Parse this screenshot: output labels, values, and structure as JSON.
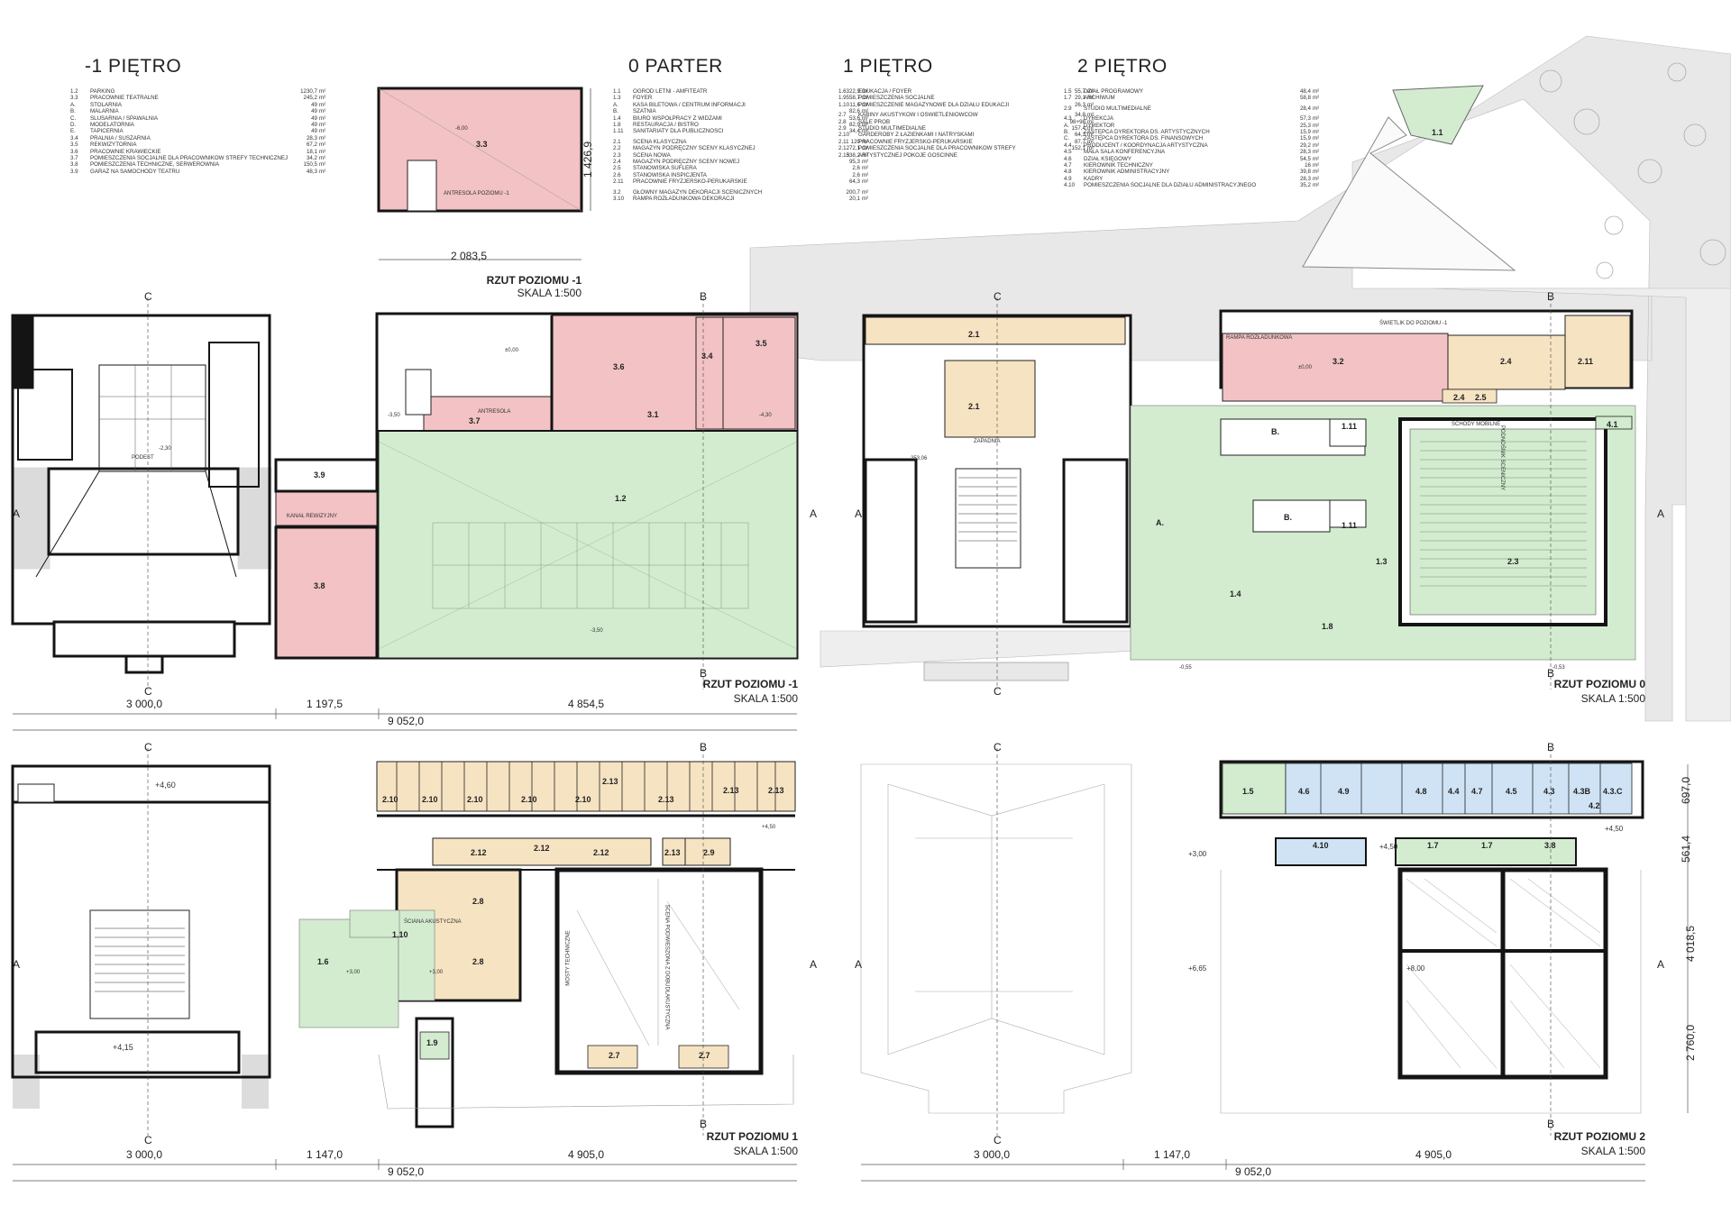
{
  "headings": {
    "l_m1": "-1 PIĘTRO",
    "l_0": "0 PARTER",
    "l_1": "1 PIĘTRO",
    "l_2": "2 PIĘTRO"
  },
  "legend_m1": [
    [
      "1.2",
      "PARKING",
      "1230,7",
      "m²"
    ],
    [
      "3.3",
      "PRACOWNIE TEATRALNE",
      "245,2",
      "m²"
    ],
    [
      "A.",
      "STOLARNIA",
      "49",
      "m²"
    ],
    [
      "B.",
      "MALARNIA",
      "49",
      "m²"
    ],
    [
      "C.",
      "ŚLUSARNIA / SPAWALNIA",
      "49",
      "m²"
    ],
    [
      "D.",
      "MODELATORNIA",
      "49",
      "m²"
    ],
    [
      "E.",
      "TAPICERNIA",
      "49",
      "m²"
    ],
    [
      "3.4",
      "PRALNIA / SUSZARNIA",
      "28,3",
      "m²"
    ],
    [
      "3.5",
      "REKWIZYTORNIA",
      "67,2",
      "m²"
    ],
    [
      "3.6",
      "PRACOWNIE KRAWIECKIE",
      "18,1",
      "m²"
    ],
    [
      "3.7",
      "POMIESZCZENIA SOCJALNE DLA PRACOWNIKÓW STREFY TECHNICZNEJ",
      "34,2",
      "m²"
    ],
    [
      "3.8",
      "POMIESZCZENIA TECHNICZNE, SERWEROWNIA",
      "150,5",
      "m²"
    ],
    [
      "3.9",
      "GARAŻ NA SAMOCHODY TEATRU",
      "48,3",
      "m²"
    ]
  ],
  "legend_0": [
    [
      "1.1",
      "OGRÓD LETNI - AMFITEATR",
      "322,9",
      "m²"
    ],
    [
      "1.3",
      "FOYER",
      "558,7",
      "m²"
    ],
    [
      "A.",
      "KASA BILETOWA / CENTRUM INFORMACJI",
      "11,6",
      "m²"
    ],
    [
      "B.",
      "SZATNIA",
      "82,6",
      "m²"
    ],
    [
      "1.4",
      "BIURO WSPÓŁPRACY Z WIDZAMI",
      "53,6",
      "m²"
    ],
    [
      "1.8",
      "RESTAURACJA / BISTRO",
      "82,9",
      "m²"
    ],
    [
      "1.11",
      "SANITARIATY DLA PUBLICZNOŚCI",
      "34,4",
      "m²"
    ],
    [
      "",
      "",
      "",
      ""
    ],
    [
      "2.1",
      "SCENA KLASYCZNA",
      "120",
      "m²"
    ],
    [
      "2.2",
      "MAGAZYN PODRĘCZNY SCENY KLASYCZNEJ",
      "72,1",
      "m²"
    ],
    [
      "2.3",
      "SCENA NOWA",
      "538,2",
      "m²"
    ],
    [
      "2.4",
      "MAGAZYN PODRĘCZNY SCENY NOWEJ",
      "95,3",
      "m²"
    ],
    [
      "2.5",
      "STANOWISKA SUFLERA",
      "2,6",
      "m²"
    ],
    [
      "2.6",
      "STANOWISKA INSPICJENTA",
      "2,6",
      "m²"
    ],
    [
      "2.11",
      "PRACOWNIE FRYZJERSKO-PERUKARSKIE",
      "64,3",
      "m²"
    ],
    [
      "",
      "",
      "",
      ""
    ],
    [
      "3.2",
      "GŁÓWNY MAGAZYN DEKORACJI SCENICZNYCH",
      "200,7",
      "m²"
    ],
    [
      "3.10",
      "RAMPA ROZŁADUNKOWA DEKORACJI",
      "20,1",
      "m²"
    ]
  ],
  "legend_1": [
    [
      "1.6",
      "EDUKACJA / FOYER",
      "55,7",
      "m²"
    ],
    [
      "1.9",
      "POMIESZCZENIA SOCJALNE",
      "29,1",
      "m²"
    ],
    [
      "1.10",
      "POMIESZCZENIE MAGAZYNOWE DLA DZIAŁU EDUKACJI",
      "26,3",
      "m²"
    ],
    [
      "",
      "",
      "",
      ""
    ],
    [
      "2.7",
      "KABINY AKUSTYKÓW I OŚWIETLENIOWCÓW",
      "34,8",
      "m²"
    ],
    [
      "2.8",
      "SALE PRÓB",
      "98+98",
      "m²"
    ],
    [
      "2.9",
      "STUDIO MULTIMEDIALNE",
      "157,4",
      "m²"
    ],
    [
      "2.10",
      "GARDEROBY Z ŁAZIENKAMI I NATRYSKAMI",
      "64,3",
      "m²"
    ],
    [
      "2.11",
      "PRACOWNIE FRYZJERSKO-PERUKARSKIE",
      "87,7",
      "m²"
    ],
    [
      "2.12",
      "POMIESZCZENIA SOCJALNE DLA PRACOWNIKÓW STREFY",
      "152,1",
      "m²"
    ],
    [
      "2.13",
      "ARTYSTYCZNEJ POKOJE GOŚCINNE",
      "",
      ""
    ]
  ],
  "legend_2": [
    [
      "1.5",
      "DZIAŁ PROGRAMOWY",
      "48,4",
      "m²"
    ],
    [
      "1.7",
      "ARCHIWUM",
      "58,8",
      "m²"
    ],
    [
      "",
      "",
      "",
      ""
    ],
    [
      "2.9",
      "STUDIO MULTIMEDIALNE",
      "28,4",
      "m²"
    ],
    [
      "",
      "",
      "",
      ""
    ],
    [
      "4.3",
      "DYREKCJA",
      "57,3",
      "m²"
    ],
    [
      "A.",
      "DYREKTOR",
      "25,3",
      "m²"
    ],
    [
      "B.",
      "ZASTĘPCA DYREKTORA DS. ARTYSTYCZNYCH",
      "15,9",
      "m²"
    ],
    [
      "C.",
      "ZASTĘPCA DYREKTORA DS. FINANSOWYCH",
      "15,9",
      "m²"
    ],
    [
      "4.4",
      "PRODUCENT / KOORDYNACJA ARTYSTYCZNA",
      "29,2",
      "m²"
    ],
    [
      "4.5",
      "MAŁA SALA KONFERENCYJNA",
      "28,3",
      "m²"
    ],
    [
      "4.6",
      "DZIAŁ KSIĘGOWY",
      "54,5",
      "m²"
    ],
    [
      "4.7",
      "KIEROWNIK TECHNICZNY",
      "16",
      "m²"
    ],
    [
      "4.8",
      "KIEROWNIK ADMINISTRACYJNY",
      "39,8",
      "m²"
    ],
    [
      "4.9",
      "KADRY",
      "28,3",
      "m²"
    ],
    [
      "4.10",
      "POMIESZCZENIA SOCJALNE DLA DZIAŁU ADMINISTRACYJNEGO",
      "35,2",
      "m²"
    ]
  ],
  "inset": {
    "dim_w": "2 083,5",
    "dim_h": "1 426,9",
    "room": "3.3",
    "lvl": "-6,00",
    "caption": "ANTRESOLA POZIOMU -1",
    "title": "RZUT POZIOMU -1",
    "scale": "SKALA 1:500"
  },
  "plans": {
    "m1": {
      "title": "RZUT POZIOMU -1",
      "scale": "SKALA 1:500",
      "d1": "3 000,0",
      "d2": "1 197,5",
      "d3": "4 854,5",
      "dt": "9 052,0"
    },
    "p0": {
      "title": "RZUT POZIOMU 0",
      "scale": "SKALA 1:500"
    },
    "p1": {
      "title": "RZUT POZIOMU 1",
      "scale": "SKALA 1:500",
      "d1": "3 000,0",
      "d2": "1 147,0",
      "d3": "4 905,0",
      "dt": "9 052,0"
    },
    "p2": {
      "title": "RZUT POZIOMU 2",
      "scale": "SKALA 1:500",
      "d1": "3 000,0",
      "d2": "1 147,0",
      "d3": "4 905,0",
      "dt": "9 052,0",
      "v1": "697,0",
      "v2": "561,4",
      "v3": "4 018,5",
      "v4": "2 760,0"
    }
  },
  "markers": {
    "A": "A",
    "B": "B",
    "C": "C"
  },
  "rooms_m1": {
    "r12": "1.2",
    "r38": "3.8",
    "r39": "3.9",
    "r36": "3.6",
    "r34": "3.4",
    "r35": "3.5",
    "r37": "3.7",
    "r31": "3.1",
    "lvl1": "-3,50",
    "lvl2": "±0,00",
    "lvl3": "-2,30",
    "lvl4": "-4,30",
    "lvl5": "-3,50",
    "ant": "ANTRESOLA",
    "kanal": "KANAŁ REWIZYJNY",
    "podest": "PODEST"
  },
  "rooms_0": {
    "r21a": "2.1",
    "r21b": "2.1",
    "r32": "3.2",
    "r24": "2.4",
    "r211": "2.11",
    "r25": "2.5",
    "r24b": "2.4",
    "r41": "4.1",
    "r13": "1.3",
    "r23": "2.3",
    "r14": "1.4",
    "r18": "1.8",
    "r111a": "1.11",
    "r111b": "1.11",
    "rA": "A.",
    "rB1": "B.",
    "rB2": "B.",
    "z0": "±0,00",
    "zw": "-0,55",
    "ze": "-0,53",
    "z25": "253,06",
    "r11": "1.1",
    "zap": "ZAPADNIA",
    "swiet": "ŚWIETLIK DO POZIOMU -1",
    "rampa": "RAMPA ROZŁADUNKOWA",
    "schody": "SCHODY MOBILNE",
    "podnosnik": "PODNOŚNIK SCENICZNY"
  },
  "rooms_1": {
    "r210": "2.10",
    "r213": "2.13",
    "r212": "2.12",
    "r29": "2.9",
    "r28a": "2.8",
    "r28b": "2.8",
    "r110": "1.10",
    "r16": "1.6",
    "r19": "1.9",
    "r27a": "2.7",
    "r27b": "2.7",
    "z460": "+4,60",
    "z415": "+4,15",
    "z300": "+3,00",
    "z450": "+4,50",
    "z300b": "+3,00",
    "sciana": "ŚCIANA AKUSTYCZNA",
    "mosty": "MOSTY TECHNICZNE",
    "scena": "SCENA PODWIESZONA Z DOBUDŁAKUSTYCZNA"
  },
  "rooms_2": {
    "r15": "1.5",
    "r46": "4.6",
    "r49": "4.9",
    "r48": "4.8",
    "r44": "4.4",
    "r47": "4.7",
    "r45": "4.5",
    "r43": "4.3",
    "r43b": "4.3B",
    "r43c": "4.3.C",
    "r42": "4.2",
    "r410": "4.10",
    "r17a": "1.7",
    "r17b": "1.7",
    "r38": "3.8",
    "z450": "+4,50",
    "z300": "+3,00",
    "z665": "+6,65",
    "z800": "+8,00",
    "z450b": "+4,50"
  },
  "colors": {
    "pink": "#f2c2c4",
    "green": "#d3ecd0",
    "tan": "#f6e3c2",
    "blue": "#cfe3f5",
    "wall": "#141414",
    "grey": "#e7e7e7"
  }
}
